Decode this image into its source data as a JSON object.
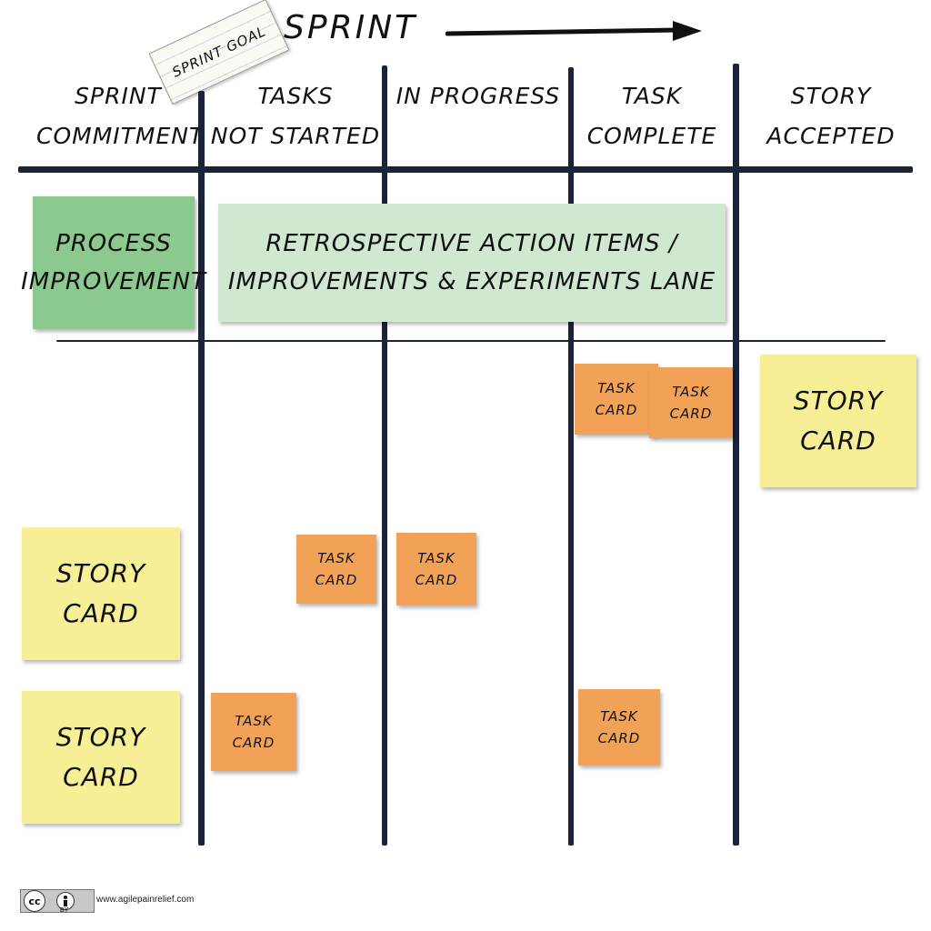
{
  "title": "SPRINT",
  "sprint_goal": "SPRINT GOAL",
  "columns": [
    {
      "line1": "SPRINT",
      "line2": "COMMITMENT"
    },
    {
      "line1": "TASKS",
      "line2": "NOT STARTED"
    },
    {
      "line1": "IN PROGRESS",
      "line2": ""
    },
    {
      "line1": "TASK",
      "line2": "COMPLETE"
    },
    {
      "line1": "STORY",
      "line2": "ACCEPTED"
    }
  ],
  "process_improvement": {
    "line1": "PROCESS",
    "line2": "IMPROVEMENT"
  },
  "retro_lane": {
    "line1": "RETROSPECTIVE ACTION ITEMS /",
    "line2": "IMPROVEMENTS & EXPERIMENTS LANE"
  },
  "story_card": {
    "line1": "STORY",
    "line2": "CARD"
  },
  "task_card": {
    "line1": "TASK",
    "line2": "CARD"
  },
  "license": {
    "cc": "cc",
    "by": "BY"
  },
  "website": "www.agilepainrelief.com",
  "colors": {
    "story": "#f6ef96",
    "task": "#f2a257",
    "process": "#8cc98e",
    "retro": "#cfe8cf",
    "lines": "#1b2338"
  }
}
